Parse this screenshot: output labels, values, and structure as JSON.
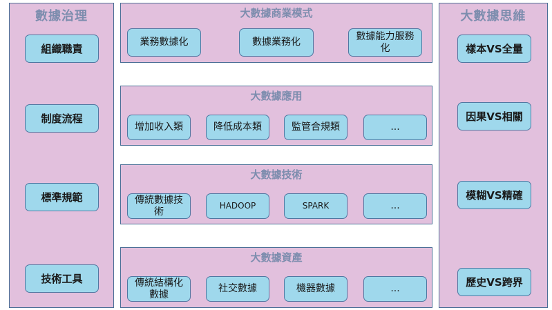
{
  "left_panel": {
    "title": "數據治理",
    "items": [
      "組織職責",
      "制度流程",
      "標準規範",
      "技術工具"
    ]
  },
  "right_panel": {
    "title": "大數據思維",
    "items": [
      "樣本VS全量",
      "因果VS相關",
      "模糊VS精確",
      "歷史VS跨界"
    ]
  },
  "bands": [
    {
      "title": "大數據商業模式",
      "items": [
        "業務數據化",
        "數據業務化",
        "數據能力服務化"
      ]
    },
    {
      "title": "大數據應用",
      "items": [
        "增加收入類",
        "降低成本類",
        "監管合規類",
        "..."
      ]
    },
    {
      "title": "大數據技術",
      "items": [
        "傳統數據技術",
        "HADOOP",
        "SPARK",
        "..."
      ]
    },
    {
      "title": "大數據資產",
      "items": [
        "傳統結構化數據",
        "社交數據",
        "機器數據",
        "..."
      ]
    }
  ],
  "colors": {
    "panel_bg": "#e2c0dd",
    "button_bg": "#9fd8ec",
    "border": "#4f77a1",
    "title": "#7d8dae"
  }
}
